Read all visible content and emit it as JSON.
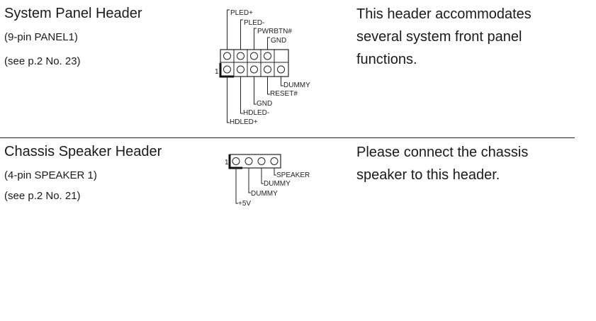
{
  "sections": [
    {
      "title": "System Panel Header",
      "subtitle": "(9-pin PANEL1)",
      "reference": "(see p.2  No. 23)",
      "description_lines": [
        "This header accommodates",
        "several system front panel",
        "functions."
      ],
      "diagram": {
        "pin_one_marker": "1",
        "top_labels": [
          "PLED+",
          "PLED-",
          "PWRBTN#",
          "GND"
        ],
        "bottom_labels": [
          "DUMMY",
          "RESET#",
          "GND",
          "HDLED-",
          "HDLED+"
        ]
      }
    },
    {
      "title": "Chassis Speaker Header",
      "subtitle": "(4-pin SPEAKER 1)",
      "reference": "(see p.2  No. 21)",
      "description_lines": [
        "Please connect the chassis",
        "speaker to this header."
      ],
      "diagram": {
        "pin_one_marker": "1",
        "bottom_labels": [
          "SPEAKER",
          "DUMMY",
          "DUMMY",
          "+5V"
        ]
      }
    }
  ]
}
